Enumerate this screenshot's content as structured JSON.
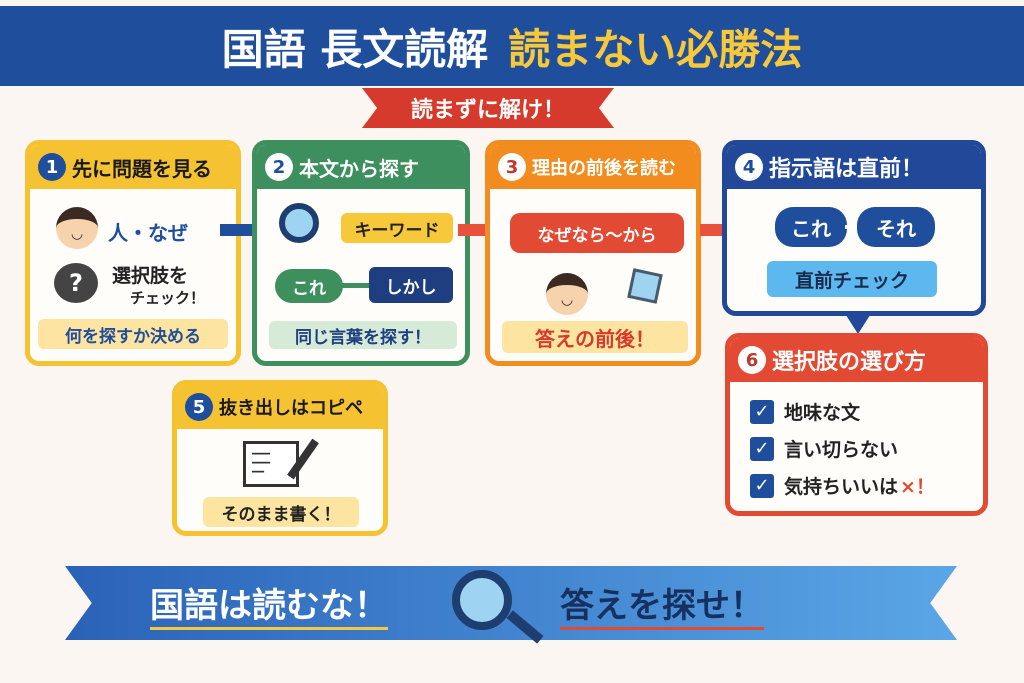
{
  "title": {
    "main": "国語 長文読解",
    "accent": "読まない必勝法"
  },
  "ribbon": "読まずに解け！",
  "steps": [
    {
      "num": "1",
      "title": "先に問題を見る",
      "items": [
        "人・なぜ",
        "選択肢を",
        "チェック！"
      ],
      "note": "何を探すか決める"
    },
    {
      "num": "2",
      "title": "本文から探す",
      "keyword": "キーワード",
      "from": "これ",
      "to": "しかし",
      "note": "同じ言葉を探す！"
    },
    {
      "num": "3",
      "title": "理由の前後を読む",
      "bubble": "なぜなら～から",
      "note": "答えの前後！"
    },
    {
      "num": "4",
      "title": "指示語は直前！",
      "a": "これ",
      "b": "それ",
      "note": "直前チェック"
    },
    {
      "num": "5",
      "title": "抜き出しはコピペ",
      "note": "そのまま書く！"
    },
    {
      "num": "6",
      "title": "選択肢の選び方",
      "checks": [
        "地味な文",
        "言い切らない",
        "気持ちいいは"
      ],
      "mark": "×！"
    }
  ],
  "bottom": {
    "left": "国語は読むな！",
    "right": "答えを探せ！"
  },
  "colors": {
    "blue": "#1f4e9c",
    "yellow": "#f5c232",
    "green": "#3e8f5e",
    "orange": "#f28c1e",
    "red": "#e24a33"
  }
}
